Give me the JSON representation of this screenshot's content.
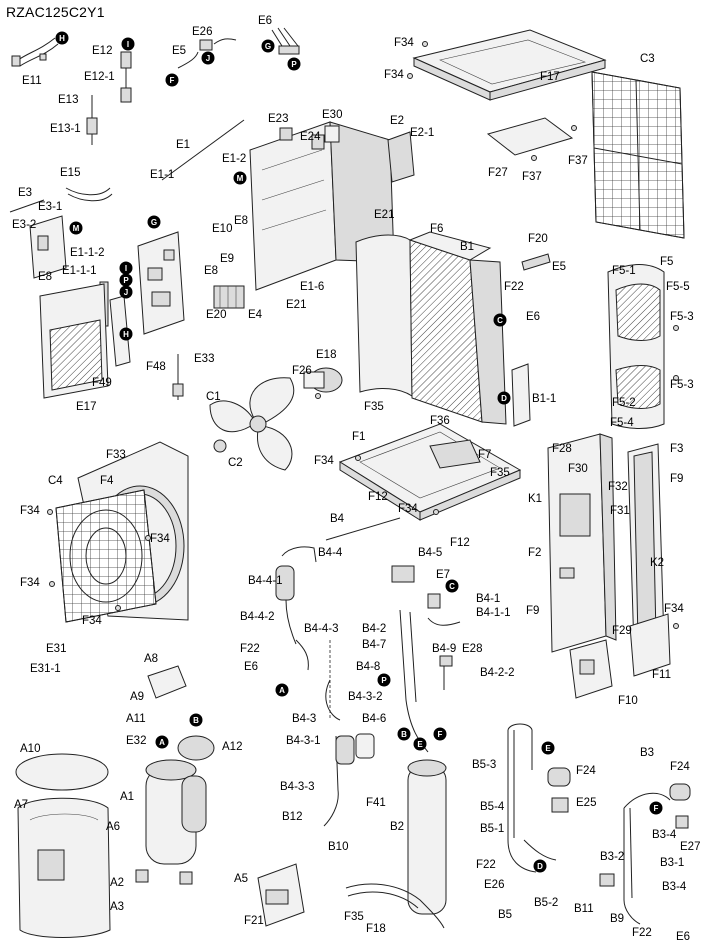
{
  "title": "RZAC125C2Y1",
  "labels": {
    "E11": "E11",
    "E12": "E12",
    "E12_1": "E12-1",
    "E13": "E13",
    "E13_1": "E13-1",
    "E5": "E5",
    "E26": "E26",
    "E6": "E6",
    "F34": "F34",
    "F17": "F17",
    "C3": "C3",
    "E1": "E1",
    "E23": "E23",
    "E24": "E24",
    "E30": "E30",
    "E2": "E2",
    "E2_1": "E2-1",
    "E15": "E15",
    "E3": "E3",
    "E3_1": "E3-1",
    "E3_2": "E3-2",
    "E8": "E8",
    "E1_1": "E1-1",
    "E1_2": "E1-2",
    "E1_1_2": "E1-1-2",
    "E1_1_1": "E1-1-1",
    "E10": "E10",
    "E9": "E9",
    "E21": "E21",
    "E1_6": "E1-6",
    "E20": "E20",
    "E4": "E4",
    "F27": "F27",
    "F37": "F37",
    "F6": "F6",
    "B1": "B1",
    "F20": "F20",
    "F22": "F22",
    "F5_1": "F5-1",
    "F5": "F5",
    "F5_5": "F5-5",
    "F5_3": "F5-3",
    "F5_2": "F5-2",
    "F5_4": "F5-4",
    "F48": "F48",
    "F49": "F49",
    "E17": "E17",
    "E33": "E33",
    "E18": "E18",
    "F26": "F26",
    "C1": "C1",
    "C2": "C2",
    "B1_1": "B1-1",
    "F35": "F35",
    "F1": "F1",
    "F36": "F36",
    "F7": "F7",
    "F12": "F12",
    "F33": "F33",
    "F4": "F4",
    "C4": "C4",
    "F28": "F28",
    "F30": "F30",
    "F3": "F3",
    "F9": "F9",
    "K1": "K1",
    "F32": "F32",
    "F31": "F31",
    "B4": "B4",
    "B4_4": "B4-4",
    "B4_4_1": "B4-4-1",
    "B4_5": "B4-5",
    "E7": "E7",
    "B4_1": "B4-1",
    "B4_1_1": "B4-1-1",
    "F2": "F2",
    "K2": "K2",
    "B4_4_2": "B4-4-2",
    "B4_4_3": "B4-4-3",
    "B4_2": "B4-2",
    "B4_7": "B4-7",
    "B4_8": "B4-8",
    "B4_9": "B4-9",
    "E28": "E28",
    "B4_2_2": "B4-2-2",
    "F29": "F29",
    "F11": "F11",
    "F10": "F10",
    "E31": "E31",
    "E31_1": "E31-1",
    "A8": "A8",
    "A9": "A9",
    "A11": "A11",
    "E32": "E32",
    "A12": "A12",
    "B4_3_2": "B4-3-2",
    "B4_3": "B4-3",
    "B4_6": "B4-6",
    "B4_3_1": "B4-3-1",
    "A10": "A10",
    "A7": "A7",
    "A1": "A1",
    "A6": "A6",
    "A2": "A2",
    "A3": "A3",
    "A5": "A5",
    "F21": "F21",
    "B4_3_3": "B4-3-3",
    "B12": "B12",
    "B10": "B10",
    "F41": "F41",
    "B2": "B2",
    "F18": "F18",
    "B5_3": "B5-3",
    "F24": "F24",
    "E25": "E25",
    "B5_4": "B5-4",
    "B5_1": "B5-1",
    "B3": "B3",
    "B3_4": "B3-4",
    "E27": "E27",
    "B3_2": "B3-2",
    "B3_1": "B3-1",
    "B5_2": "B5-2",
    "B5": "B5",
    "B11": "B11",
    "B9": "B9"
  },
  "markers": {
    "A": "A",
    "B": "B",
    "C": "C",
    "D": "D",
    "E": "E",
    "F": "F",
    "G": "G",
    "H": "H",
    "I": "I",
    "J": "J",
    "M": "M",
    "P": "P"
  },
  "colors": {
    "ink": "#000000",
    "marker_fill": "#000000",
    "marker_text": "#ffffff",
    "background": "#ffffff"
  }
}
